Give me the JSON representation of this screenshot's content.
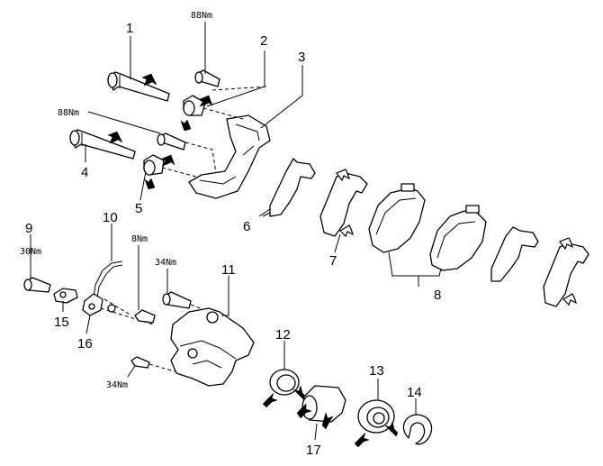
{
  "callouts": {
    "c1": "1",
    "c2": "2",
    "c3": "3",
    "c4": "4",
    "c5": "5",
    "c6": "6",
    "c7": "7",
    "c8": "8",
    "c9": "9",
    "c10": "10",
    "c11": "11",
    "c12": "12",
    "c13": "13",
    "c14": "14",
    "c15": "15",
    "c16": "16",
    "c17": "17"
  },
  "torques": {
    "t_top": "88Nm",
    "t_mid": "88Nm",
    "t_left": "30Nm",
    "t_sensor": "8Nm",
    "t_bracket": "34Nm",
    "t_bottom": "34Nm"
  }
}
